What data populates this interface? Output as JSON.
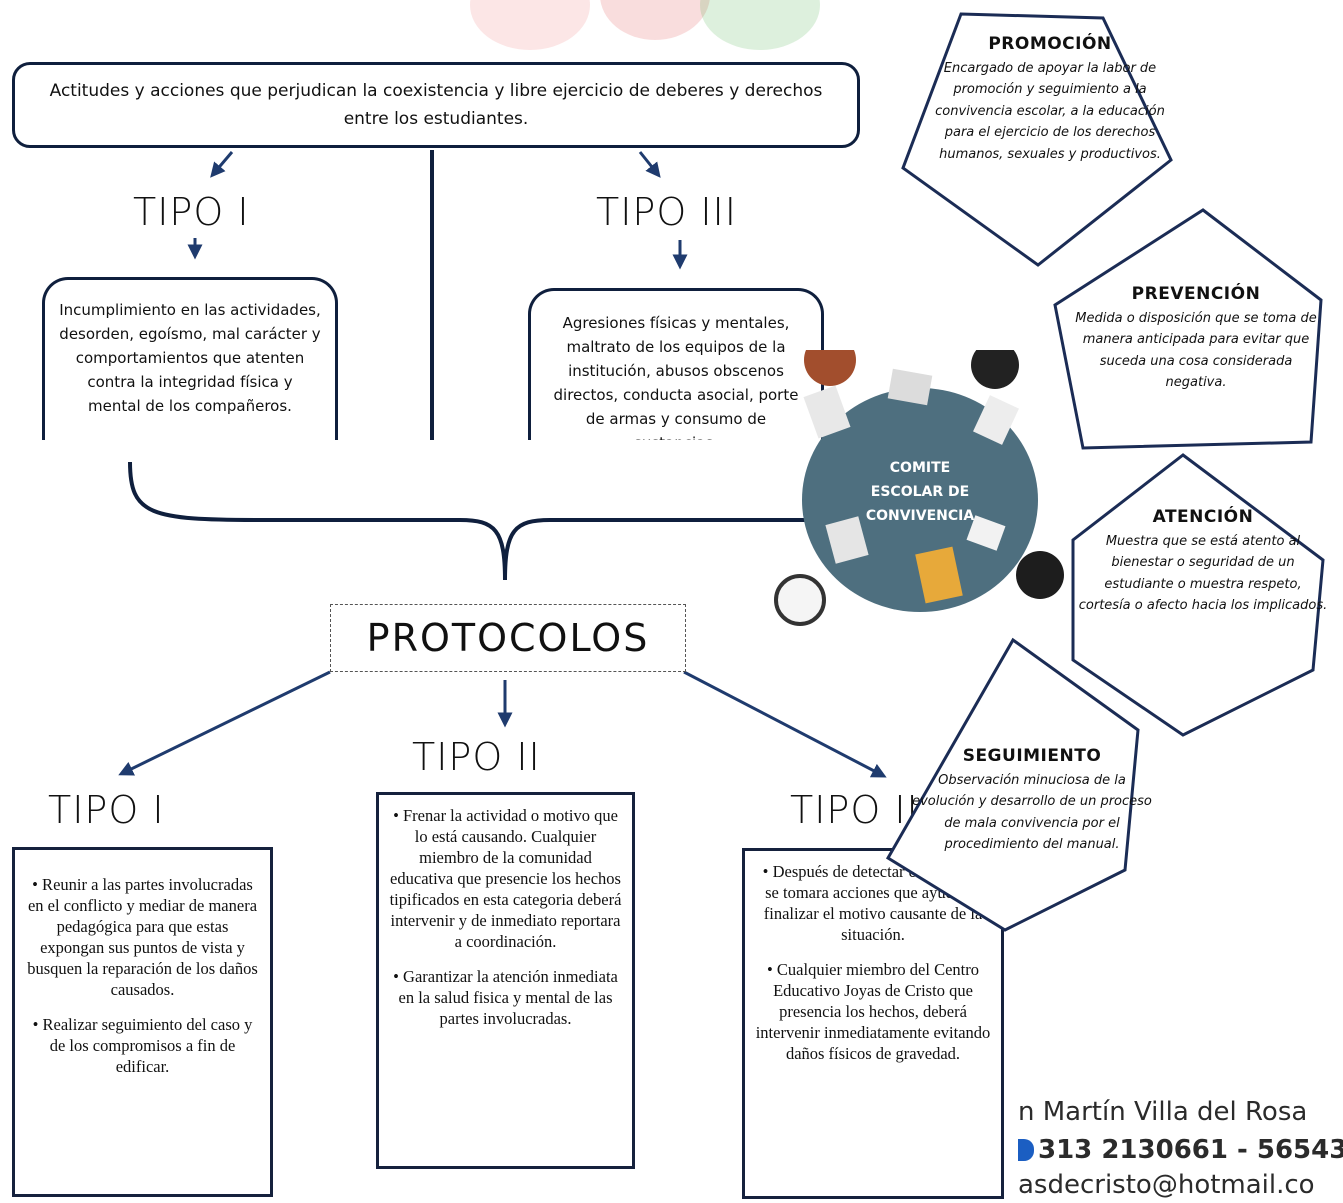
{
  "top_box": {
    "text": "Actitudes y acciones que perjudican la coexistencia y libre ejercicio de deberes y derechos entre los estudiantes."
  },
  "tipos_superiores": {
    "tipo1": {
      "heading": "TIPO I",
      "text": "Incumplimiento en las actividades, desorden, egoísmo, mal carácter y comportamientos que atenten contra la integridad física y mental de los compañeros."
    },
    "tipo3": {
      "heading": "TIPO III",
      "text": "Agresiones físicas y mentales, maltrato de los equipos de la institución, abusos obscenos directos, conducta asocial, porte de armas y consumo de sustancias."
    }
  },
  "protocolos": {
    "label": "PROTOCOLOS",
    "tipo1": {
      "heading": "TIPO I",
      "items": [
        "• Reunir a las partes involucradas en el conflicto y mediar de manera pedagógica para que estas expongan sus puntos de vista y busquen la reparación de los daños causados.",
        "• Realizar seguimiento del caso y de los compromisos a fin de edificar."
      ]
    },
    "tipo2": {
      "heading": "TIPO II",
      "items": [
        "• Frenar la actividad o motivo que lo está causando. Cualquier miembro de la comunidad educativa que presencie los hechos tipificados en esta categoria deberá intervenir y de inmediato reportara a coordinación.",
        "• Garantizar la atención inmediata en la salud fisica y mental de las partes involucradas."
      ]
    },
    "tipo3": {
      "heading": "TIPO III",
      "items": [
        "• Después de detectar el conflicto se tomara acciones que ayuden a finalizar el motivo causante de la situación.",
        "• Cualquier miembro del Centro Educativo Joyas de Cristo que presencia los hechos, deberá intervenir inmediatamente evitando daños físicos de gravedad."
      ]
    }
  },
  "comite": {
    "label": "COMITE ESCOLAR DE CONVIVENCIA"
  },
  "pentagonos": {
    "promocion": {
      "title": "PROMOCIÓN",
      "text": "Encargado de apoyar la labor de promoción y seguimiento a la convivencia escolar, a la educación para el ejercicio de los derechos humanos, sexuales y productivos."
    },
    "prevencion": {
      "title": "PREVENCIÓN",
      "text": "Medida o disposición que se toma de manera anticipada para evitar que suceda una cosa considerada negativa."
    },
    "atencion": {
      "title": "ATENCIÓN",
      "text": "Muestra que se está atento al bienestar o seguridad de un estudiante o muestra respeto, cortesía o afecto hacia los implicados."
    },
    "seguimiento": {
      "title": "SEGUIMIENTO",
      "text": "Observación minuciosa de la evolución y desarrollo de un proceso de mala convivencia por el procedimiento del manual."
    }
  },
  "contacto": {
    "line1": "n Martín Villa del Rosa",
    "line2": "313 2130661  - 56543",
    "line3": "asdecristo@hotmail.co"
  },
  "colors": {
    "box_border": "#0f1f3d",
    "arrow": "#1f3b6e",
    "table": "#4e6f7f",
    "pentagon_border": "#1b2c55"
  }
}
